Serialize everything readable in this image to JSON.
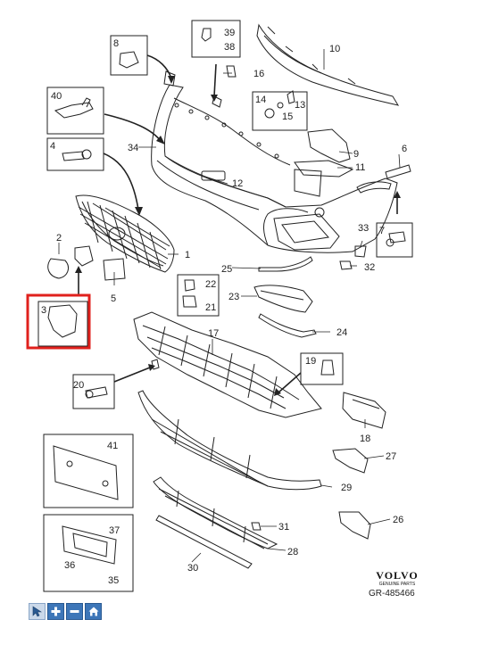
{
  "callouts": {
    "c1": "1",
    "c2": "2",
    "c3": "3",
    "c4": "4",
    "c5": "5",
    "c6": "6",
    "c7": "7",
    "c8": "8",
    "c9": "9",
    "c10": "10",
    "c11": "11",
    "c12": "12",
    "c13": "13",
    "c14": "14",
    "c15": "15",
    "c16": "16",
    "c17": "17",
    "c18": "18",
    "c19": "19",
    "c20": "20",
    "c21": "21",
    "c22": "22",
    "c23": "23",
    "c24": "24",
    "c25": "25",
    "c26": "26",
    "c27": "27",
    "c28": "28",
    "c29": "29",
    "c30": "30",
    "c31": "31",
    "c32": "32",
    "c33": "33",
    "c34": "34",
    "c35": "35",
    "c36": "36",
    "c37": "37",
    "c38": "38",
    "c39": "39",
    "c40": "40",
    "c41": "41"
  },
  "brand": {
    "name": "VOLVO",
    "subtitle": "GENUINE PARTS"
  },
  "reference": "GR-485466",
  "highlight_color": "#e0211d",
  "icons": [
    "select-icon",
    "zoom-in-icon",
    "zoom-out-icon",
    "home-icon"
  ]
}
